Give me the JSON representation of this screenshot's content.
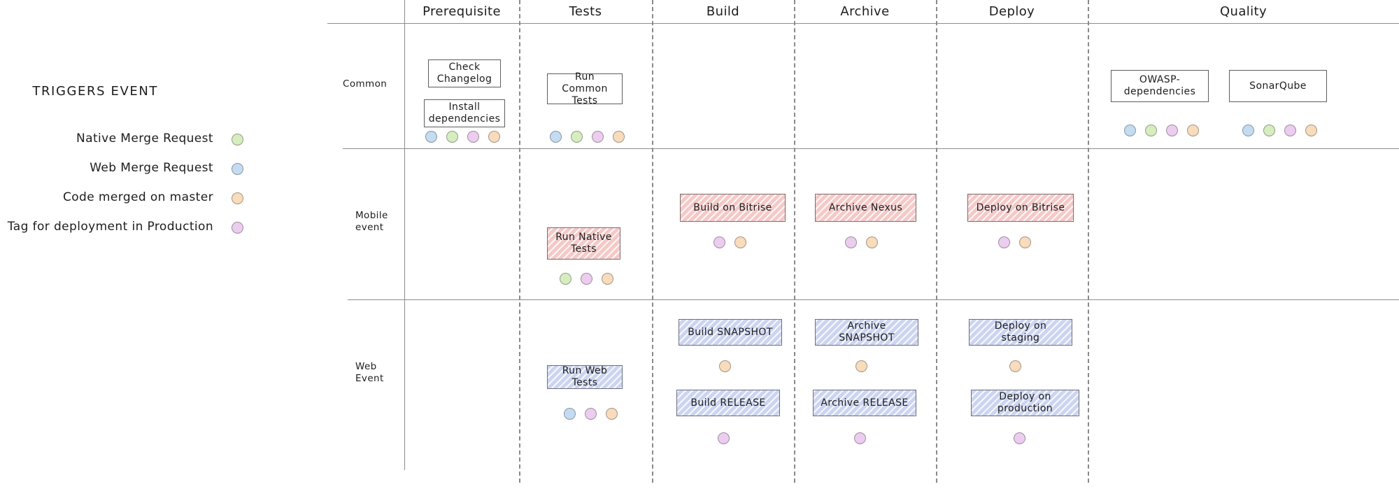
{
  "legend": {
    "title": "TRIGGERS EVENT",
    "items": [
      {
        "label": "Native Merge Request",
        "color_name": "green",
        "color": "#d6edbe"
      },
      {
        "label": "Web Merge Request",
        "color_name": "blue",
        "color": "#c4dcf2"
      },
      {
        "label": "Code merged on master",
        "color_name": "orange",
        "color": "#f8dcbb"
      },
      {
        "label": "Tag for deployment in Production",
        "color_name": "purple",
        "color": "#eccdef"
      }
    ]
  },
  "columns": [
    {
      "key": "prerequisite",
      "label": "Prerequisite"
    },
    {
      "key": "tests",
      "label": "Tests"
    },
    {
      "key": "build",
      "label": "Build"
    },
    {
      "key": "archive",
      "label": "Archive"
    },
    {
      "key": "deploy",
      "label": "Deploy"
    },
    {
      "key": "quality",
      "label": "Quality"
    }
  ],
  "rows": [
    {
      "key": "common",
      "label": "Common"
    },
    {
      "key": "mobile",
      "label": "Mobile\nevent"
    },
    {
      "key": "web",
      "label": "Web\nEvent"
    }
  ],
  "nodes": {
    "check_changelog": {
      "label": "Check\nChangelog",
      "style": "plain",
      "dots": []
    },
    "install_dependencies": {
      "label": "Install\ndependencies",
      "style": "plain",
      "dots": [
        "blue",
        "green",
        "purple",
        "orange"
      ]
    },
    "run_common_tests": {
      "label": "Run Common\nTests",
      "style": "plain",
      "dots": [
        "blue",
        "green",
        "purple",
        "orange"
      ]
    },
    "owasp_dependencies": {
      "label": "OWASP-dependencies",
      "style": "plain",
      "dots": [
        "blue",
        "green",
        "purple",
        "orange"
      ]
    },
    "sonarqube": {
      "label": "SonarQube",
      "style": "plain",
      "dots": [
        "blue",
        "green",
        "purple",
        "orange"
      ]
    },
    "run_native_tests": {
      "label": "Run Native\nTests",
      "style": "pink",
      "dots": [
        "green",
        "purple",
        "orange"
      ]
    },
    "build_on_bitrise": {
      "label": "Build on Bitrise",
      "style": "pink",
      "dots": [
        "purple",
        "orange"
      ]
    },
    "archive_nexus": {
      "label": "Archive Nexus",
      "style": "pink",
      "dots": [
        "purple",
        "orange"
      ]
    },
    "deploy_on_bitrise": {
      "label": "Deploy on Bitrise",
      "style": "pink",
      "dots": [
        "purple",
        "orange"
      ]
    },
    "run_web_tests": {
      "label": "Run Web Tests",
      "style": "lav",
      "dots": [
        "blue",
        "purple",
        "orange"
      ]
    },
    "build_snapshot": {
      "label": "Build SNAPSHOT",
      "style": "lav",
      "dots": [
        "orange"
      ]
    },
    "archive_snapshot": {
      "label": "Archive SNAPSHOT",
      "style": "lav",
      "dots": [
        "orange"
      ]
    },
    "deploy_on_staging": {
      "label": "Deploy on staging",
      "style": "lav",
      "dots": [
        "orange"
      ]
    },
    "build_release": {
      "label": "Build RELEASE",
      "style": "lav",
      "dots": [
        "purple"
      ]
    },
    "archive_release": {
      "label": "Archive RELEASE",
      "style": "lav",
      "dots": [
        "purple"
      ]
    },
    "deploy_on_production": {
      "label": "Deploy on production",
      "style": "lav",
      "dots": [
        "purple"
      ]
    }
  }
}
